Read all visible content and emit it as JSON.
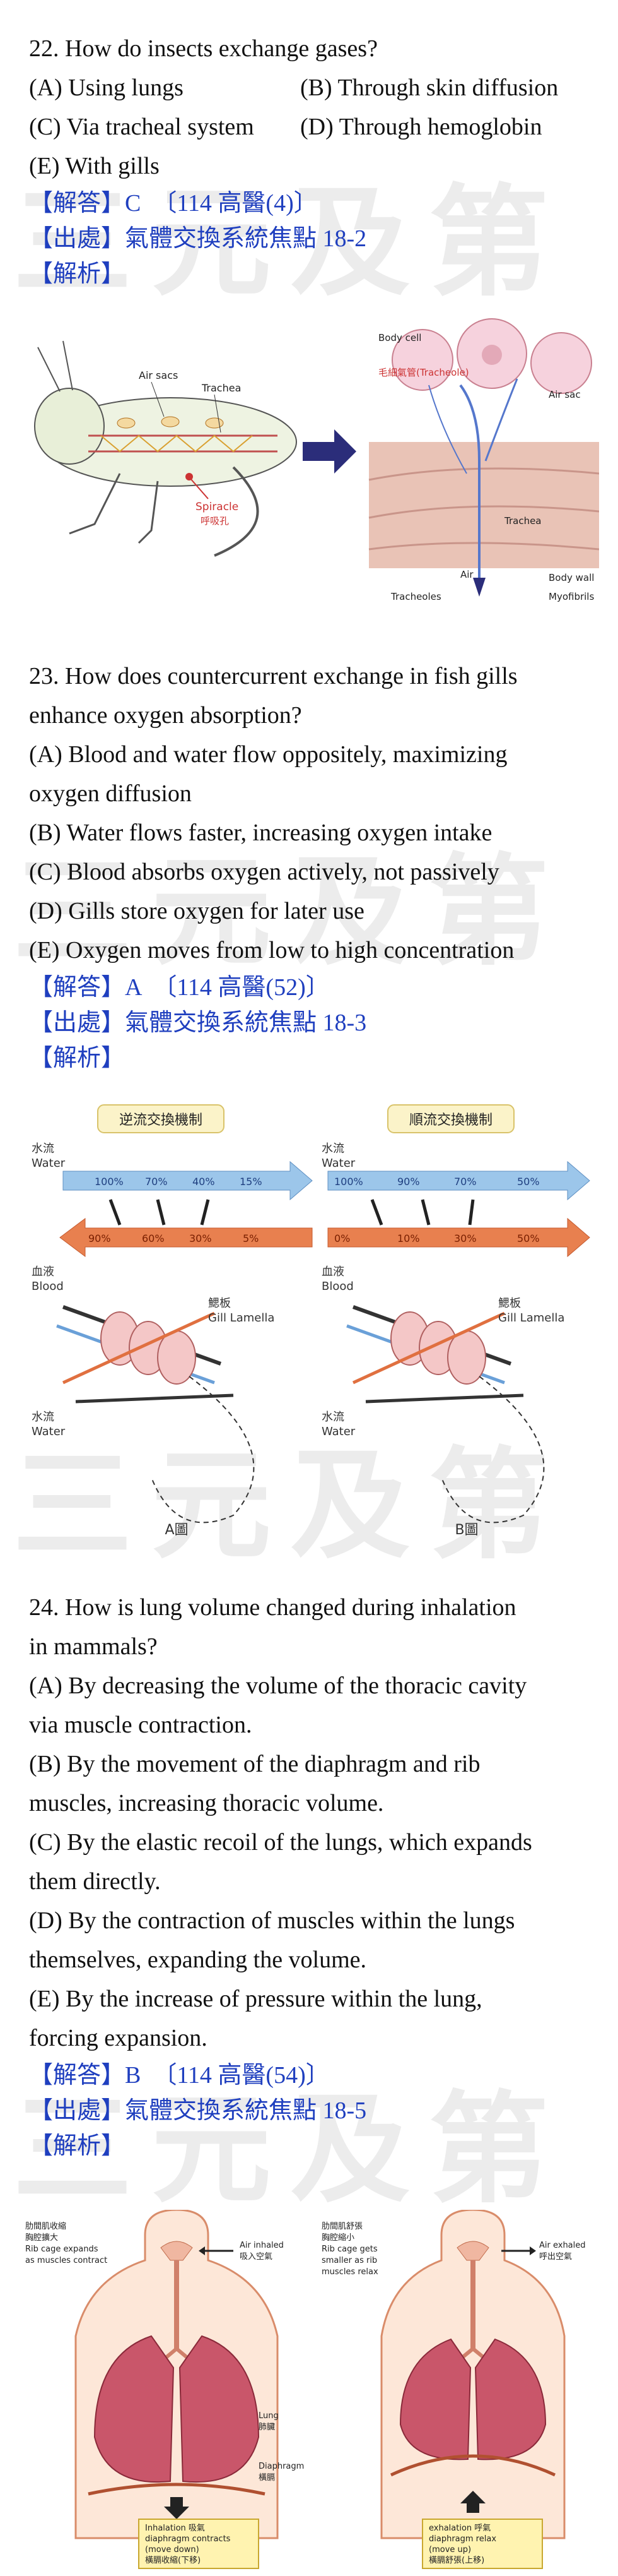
{
  "questions": [
    {
      "stem": "22. How do insects exchange gases?",
      "options": [
        "(A) Using lungs",
        "(B) Through skin diffusion",
        "(C) Via tracheal system",
        "(D) Through hemoglobin",
        "(E) With gills"
      ],
      "answer": "【解答】C　〔114 高醫(4)〕",
      "source": "【出處】氣體交換系統焦點 18-2",
      "analysis": "【解析】"
    },
    {
      "stem_lines": [
        "23. How does countercurrent exchange in fish gills",
        "enhance oxygen absorption?"
      ],
      "options": [
        "(A) Blood and water flow oppositely, maximizing",
        "oxygen diffusion",
        "(B) Water flows faster, increasing oxygen intake",
        "(C) Blood absorbs oxygen actively, not passively",
        "(D) Gills store oxygen for later use",
        "(E) Oxygen moves from low to high concentration"
      ],
      "answer": "【解答】A　〔114 高醫(52)〕",
      "source": "【出處】氣體交換系統焦點 18-3",
      "analysis": "【解析】"
    },
    {
      "stem_lines": [
        "24. How is lung volume changed during inhalation",
        "in mammals?"
      ],
      "options": [
        "(A) By decreasing the volume of the thoracic cavity",
        "via muscle contraction.",
        "(B) By the movement of the diaphragm and rib",
        "muscles, increasing thoracic volume.",
        "(C) By the elastic recoil of the lungs, which expands",
        "them directly.",
        "(D) By the contraction of muscles within the lungs",
        "themselves, expanding the volume.",
        "(E) By the increase of pressure within the lung,",
        "forcing expansion."
      ],
      "answer": "【解答】B　〔114 高醫(54)〕",
      "source": "【出處】氣體交換系統焦點 18-5",
      "analysis": "【解析】"
    }
  ],
  "watermark": "三元及第",
  "fig1": {
    "air_sacs": "Air sacs",
    "trachea": "Trachea",
    "spiracle": "Spiracle",
    "spiracle_zh": "呼吸孔",
    "body_cell": "Body cell",
    "tracheole": "毛細氣管(Tracheole)",
    "air_sac": "Air sac",
    "trachea2": "Trachea",
    "air": "Air",
    "body_wall": "Body wall",
    "tracheoles": "Tracheoles",
    "myofibrils": "Myofibrils"
  },
  "fig2": {
    "left_title": "逆流交換機制",
    "right_title": "順流交換機制",
    "water_zh": "水流",
    "water": "Water",
    "blood_zh": "血液",
    "blood": "Blood",
    "gill_zh": "鰓板",
    "gill": "Gill Lamella",
    "left_water_pct": [
      "100%",
      "70%",
      "40%",
      "15%"
    ],
    "left_blood_pct": [
      "90%",
      "60%",
      "30%",
      "5%"
    ],
    "right_water_pct": [
      "100%",
      "90%",
      "70%",
      "50%"
    ],
    "right_blood_pct": [
      "0%",
      "10%",
      "30%",
      "50%"
    ],
    "left_caption": "A圖",
    "right_caption": "B圖"
  },
  "fig3": {
    "l_note_zh1": "肋間肌收縮",
    "l_note_zh2": "胸腔擴大",
    "l_note_en1": "Rib cage expands",
    "l_note_en2": "as muscles contract",
    "air_in": "Air inhaled",
    "air_in_zh": "吸入空氣",
    "lung": "Lung",
    "lung_zh": "肺臟",
    "diaphragm": "Diaphragm",
    "diaphragm_zh": "橫膈",
    "l_box1": "Inhalation 吸氣",
    "l_box2": "diaphragm contracts",
    "l_box3": "(move down)",
    "l_box4": "橫膈收縮(下移)",
    "r_note_zh1": "肋間肌舒張",
    "r_note_zh2": "胸腔縮小",
    "r_note_en1": "Rib cage gets",
    "r_note_en2": "smaller as rib",
    "r_note_en3": "muscles relax",
    "air_out": "Air exhaled",
    "air_out_zh": "呼出空氣",
    "r_box1": "exhalation 呼氣",
    "r_box2": "diaphragm relax",
    "r_box3": "(move up)",
    "r_box4": "橫膈舒張(上移)"
  }
}
